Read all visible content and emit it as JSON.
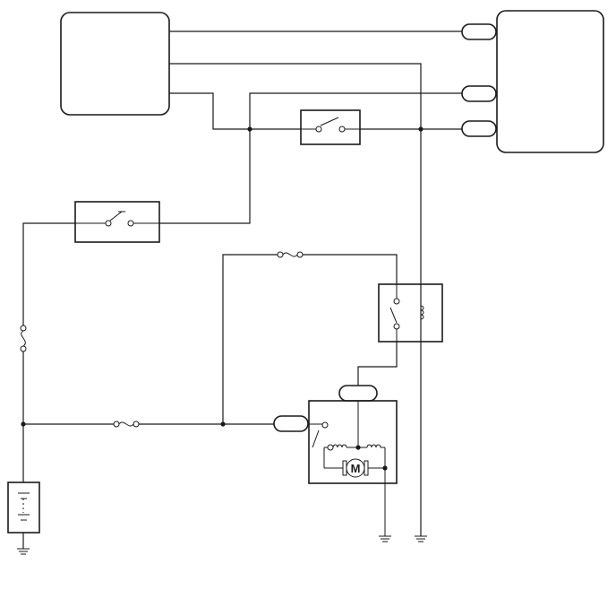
{
  "diagram": {
    "type": "wiring-schematic",
    "motor_label": "M",
    "components": [
      "control-unit-left",
      "control-unit-right",
      "switch-upper",
      "switch-left",
      "relay",
      "motor-unit",
      "battery",
      "fuse-top",
      "fuse-left",
      "fuse-bottom",
      "ground-left",
      "ground-motor",
      "ground-relay-coil"
    ]
  }
}
